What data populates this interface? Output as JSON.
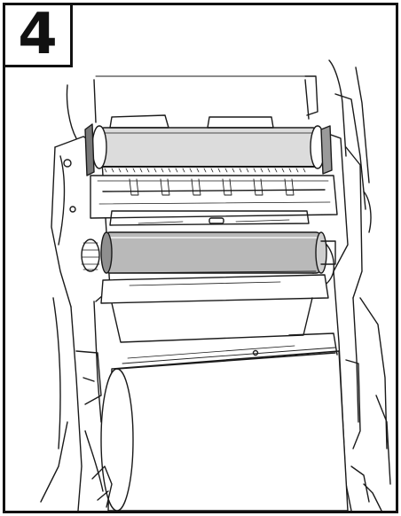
{
  "step": {
    "number": "4"
  },
  "colors": {
    "frame": "#111111",
    "line": "#1a1a1a",
    "roller_fill": "#b9b9b9",
    "ribbon_fill": "#dcdcdc",
    "background": "#ffffff"
  },
  "icons": [
    "printer-mechanism-illustration",
    "platen-roller",
    "ribbon-roller",
    "media-roll",
    "printhead-assembly"
  ]
}
